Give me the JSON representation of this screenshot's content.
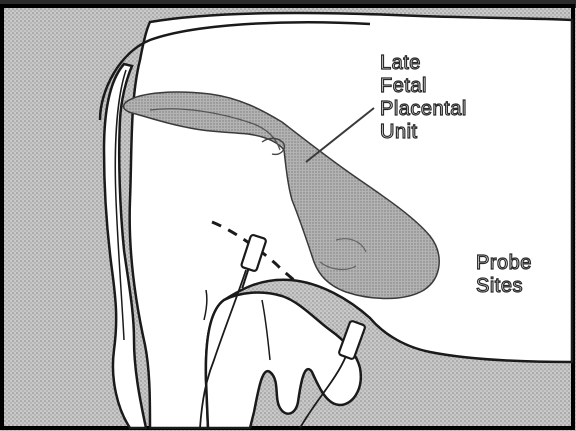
{
  "diagram": {
    "labels": {
      "fetal_unit": [
        "Late",
        "Fetal",
        "Placental",
        "Unit"
      ],
      "probe_sites": [
        "Probe",
        "Sites"
      ]
    },
    "colors": {
      "background_stipple": "#bdbdbd",
      "body_fill": "#ffffff",
      "organ_fill": "#a9a9a9",
      "outline": "#1a1a1a",
      "frame": "#000000"
    }
  }
}
